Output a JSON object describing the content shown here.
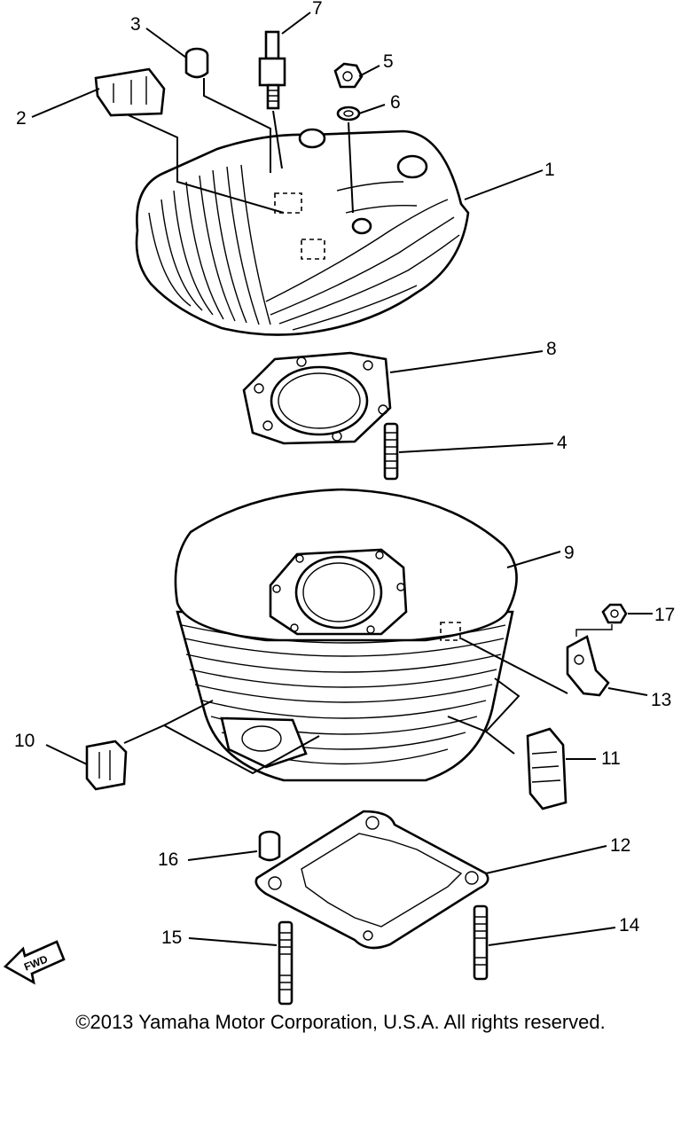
{
  "callouts": [
    {
      "id": "1",
      "text": "1"
    },
    {
      "id": "2",
      "text": "2"
    },
    {
      "id": "3",
      "text": "3"
    },
    {
      "id": "4",
      "text": "4"
    },
    {
      "id": "5",
      "text": "5"
    },
    {
      "id": "6",
      "text": "6"
    },
    {
      "id": "7",
      "text": "7"
    },
    {
      "id": "8",
      "text": "8"
    },
    {
      "id": "9",
      "text": "9"
    },
    {
      "id": "10",
      "text": "10"
    },
    {
      "id": "11",
      "text": "11"
    },
    {
      "id": "12",
      "text": "12"
    },
    {
      "id": "13",
      "text": "13"
    },
    {
      "id": "14",
      "text": "14"
    },
    {
      "id": "15",
      "text": "15"
    },
    {
      "id": "16",
      "text": "16"
    },
    {
      "id": "17",
      "text": "17"
    }
  ],
  "fwd_arrow": {
    "label": "FWD"
  },
  "footer": {
    "copyright": "©2013 Yamaha Motor Corporation, U.S.A. All rights reserved."
  }
}
